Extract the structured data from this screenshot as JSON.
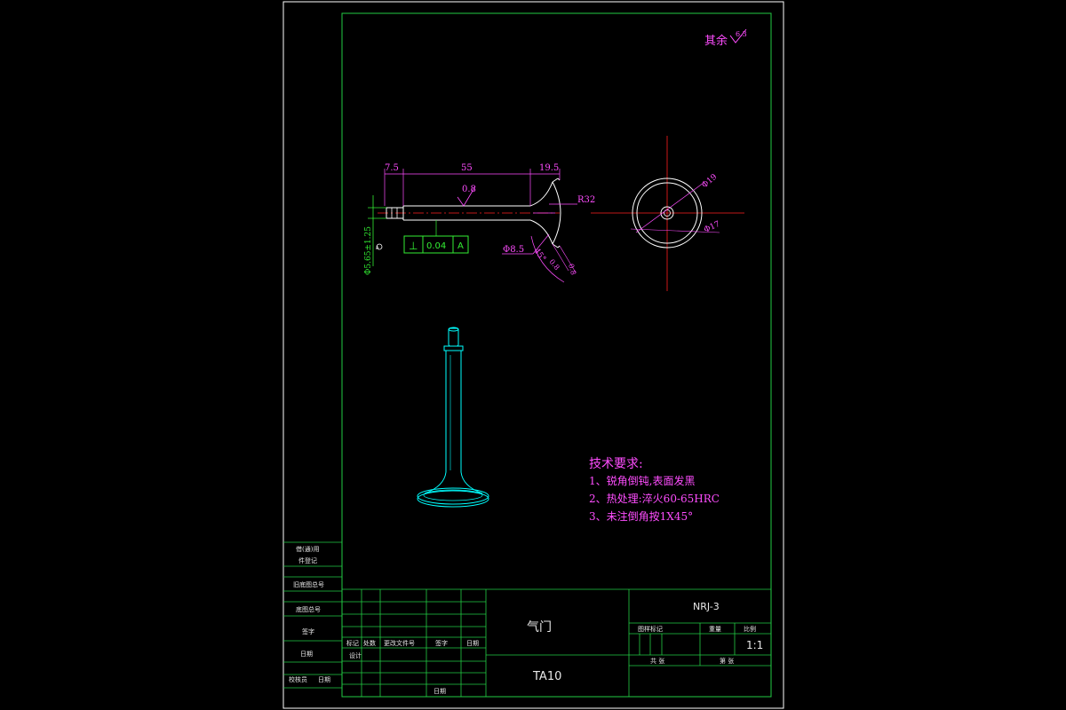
{
  "colors": {
    "background": "#000000",
    "frame": "#ffffff",
    "border_green": "#22cc44",
    "outline_cyan": "#00ffff",
    "dimension_magenta": "#ff4dff",
    "centerline_red": "#ff2020",
    "symbol_green": "#33ee33",
    "title_text": "#e8e8e8"
  },
  "surface_note": {
    "label": "其余",
    "value": "6.3"
  },
  "front_view": {
    "dims": {
      "d_7_5": "7.5",
      "d_55": "55",
      "d_19_5": "19.5",
      "roughness_stem": "0.8",
      "r_head": "R32",
      "dia_stem": "Φ5.65±1.25",
      "dia_head": "Φ8.5",
      "angle": "45°",
      "roughness_face": "0.8",
      "face_thickness": "0.8"
    },
    "tolerance": {
      "symbol": "⊥",
      "value": "0.04",
      "datum": "A"
    },
    "datum_label": "A"
  },
  "side_view": {
    "dia_outer": "Φ19",
    "dia_inner": "Φ17"
  },
  "tech_requirements": {
    "title": "技术要求:",
    "items": [
      "1、锐角倒钝,表面发黑",
      "2、热处理:淬火60-65HRC",
      "3、未注倒角按1X45°"
    ]
  },
  "title_block": {
    "part_name": "气门",
    "material": "TA10",
    "drawing_no": "NRJ-3",
    "scale": "1:1",
    "stage_mark_header": "图样标记",
    "weight_header": "重量",
    "scale_header": "比例",
    "sheets_total": "共 张",
    "sheet_no": "第 张",
    "rev_headers": [
      "标记",
      "处数",
      "更改文件号",
      "签字",
      "日期"
    ],
    "sign_rows": [
      "设计"
    ],
    "date_label": "日期"
  },
  "side_panel": {
    "rows": [
      "借(通)用",
      "件登记",
      "旧底图总号",
      "底图总号",
      "签字",
      "日期",
      "校核员",
      "日期"
    ]
  }
}
